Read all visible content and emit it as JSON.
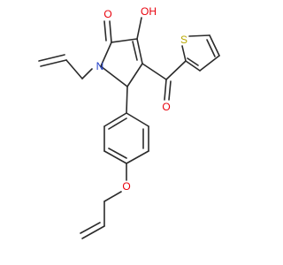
{
  "atoms": {
    "O_carbonyl": "O",
    "OH": "OH",
    "N": "N",
    "S": "S",
    "O_ketone": "O",
    "O_ether": "O"
  },
  "colors": {
    "bond": "#2b2b2b",
    "oxygen": "#e8000b",
    "nitrogen": "#1f3ec8",
    "sulfur": "#b8a800"
  }
}
